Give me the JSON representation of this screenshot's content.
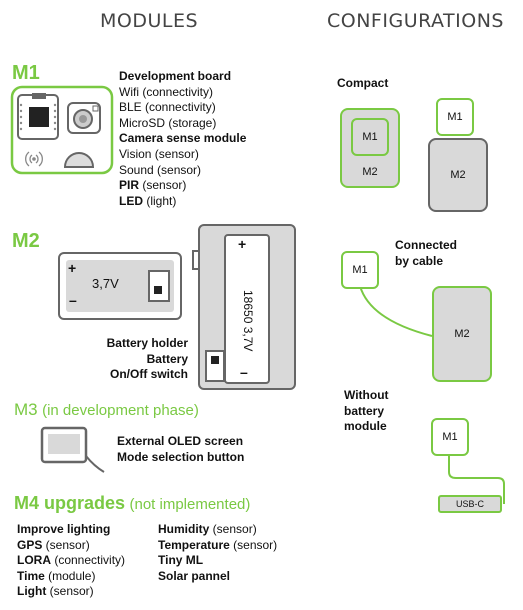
{
  "headers": {
    "modules": "MODULES",
    "configurations": "CONFIGURATIONS"
  },
  "m1": {
    "title": "M1",
    "lines": [
      {
        "bold": "Development board",
        "rest": ""
      },
      {
        "bold": "",
        "rest": "Wifi (connectivity)"
      },
      {
        "bold": "",
        "rest": "BLE (connectivity)"
      },
      {
        "bold": "",
        "rest": "MicroSD (storage)"
      },
      {
        "bold": "Camera sense module",
        "rest": ""
      },
      {
        "bold": "",
        "rest": "Vision (sensor)"
      },
      {
        "bold": "",
        "rest": "Sound (sensor)"
      },
      {
        "bold": "PIR",
        "rest": " (sensor)"
      },
      {
        "bold": "LED",
        "rest": " (light)"
      }
    ]
  },
  "m2": {
    "title": "M2",
    "battery_voltage": "3,7V",
    "cell_label": "18650 3,7V",
    "plus": "+",
    "minus": "–",
    "labels": [
      "Battery holder",
      "Battery",
      "On/Off switch"
    ]
  },
  "m3": {
    "title": "M3",
    "subtitle": "(in development phase)",
    "lines": [
      "External OLED screen",
      "Mode selection button"
    ]
  },
  "m4": {
    "title": "M4 upgrades",
    "subtitle": "(not implemented)",
    "col1": [
      {
        "bold": "Improve lighting",
        "rest": ""
      },
      {
        "bold": "GPS",
        "rest": " (sensor)"
      },
      {
        "bold": "LORA",
        "rest": " (connectivity)"
      },
      {
        "bold": "Time",
        "rest": " (module)"
      },
      {
        "bold": "Light",
        "rest": " (sensor)"
      }
    ],
    "col2": [
      {
        "bold": "Humidity",
        "rest": " (sensor)"
      },
      {
        "bold": "Temperature",
        "rest": " (sensor)"
      },
      {
        "bold": "Tiny ML",
        "rest": ""
      },
      {
        "bold": "Solar pannel",
        "rest": ""
      }
    ]
  },
  "configs": {
    "compact": "Compact",
    "cable": [
      "Connected",
      "by cable"
    ],
    "nobattery": [
      "Without",
      "battery",
      "module"
    ],
    "usb": "USB-C",
    "m1": "M1",
    "m2": "M2"
  },
  "colors": {
    "green": "#7ac943",
    "grey": "#d9d9d9",
    "darkgrey": "#666666"
  }
}
